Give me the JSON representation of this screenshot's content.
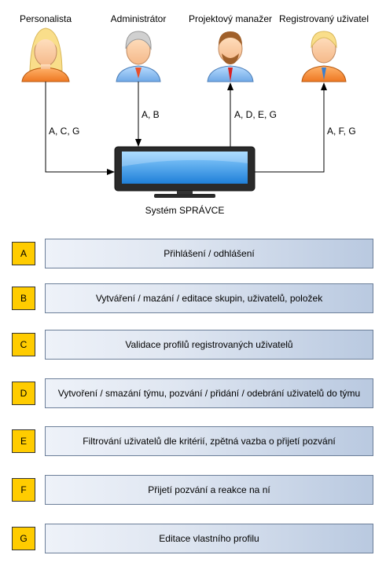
{
  "actors": [
    {
      "id": "personalista",
      "label": "Personalista",
      "icon": "woman-blonde-orange-icon"
    },
    {
      "id": "administrator",
      "label": "Administrátor",
      "icon": "man-gray-hair-blue-icon"
    },
    {
      "id": "projektovy-manazer",
      "label": "Projektový manažer",
      "icon": "man-beard-blue-icon"
    },
    {
      "id": "registrovany-uzivatel",
      "label": "Registrovaný uživatel",
      "icon": "man-blonde-orange-icon"
    }
  ],
  "edges": [
    {
      "actor": "personalista",
      "label": "A, C, G"
    },
    {
      "actor": "administrator",
      "label": "A, B"
    },
    {
      "actor": "projektovy-manazer",
      "label": "A, D, E, G"
    },
    {
      "actor": "registrovany-uzivatel",
      "label": "A, F, G"
    }
  ],
  "system": {
    "label": "Systém SPRÁVCE",
    "icon": "monitor-icon"
  },
  "features": [
    {
      "letter": "A",
      "text": "Přihlášení / odhlášení"
    },
    {
      "letter": "B",
      "text": "Vytváření / mazání / editace skupin, uživatelů, položek"
    },
    {
      "letter": "C",
      "text": "Validace profilů registrovaných uživatelů"
    },
    {
      "letter": "D",
      "text": "Vytvoření / smazání týmu, pozvání / přidání / odebrání uživatelů do týmu"
    },
    {
      "letter": "E",
      "text": "Filtrování uživatelů dle kritérií, zpětná vazba o přijetí pozvání"
    },
    {
      "letter": "F",
      "text": "Přijetí pozvání a reakce na ní"
    },
    {
      "letter": "G",
      "text": "Editace vlastního profilu"
    }
  ],
  "colors": {
    "letter_box": "#ffcc00",
    "desc_border": "#6c7f99",
    "connector": "#000000"
  }
}
